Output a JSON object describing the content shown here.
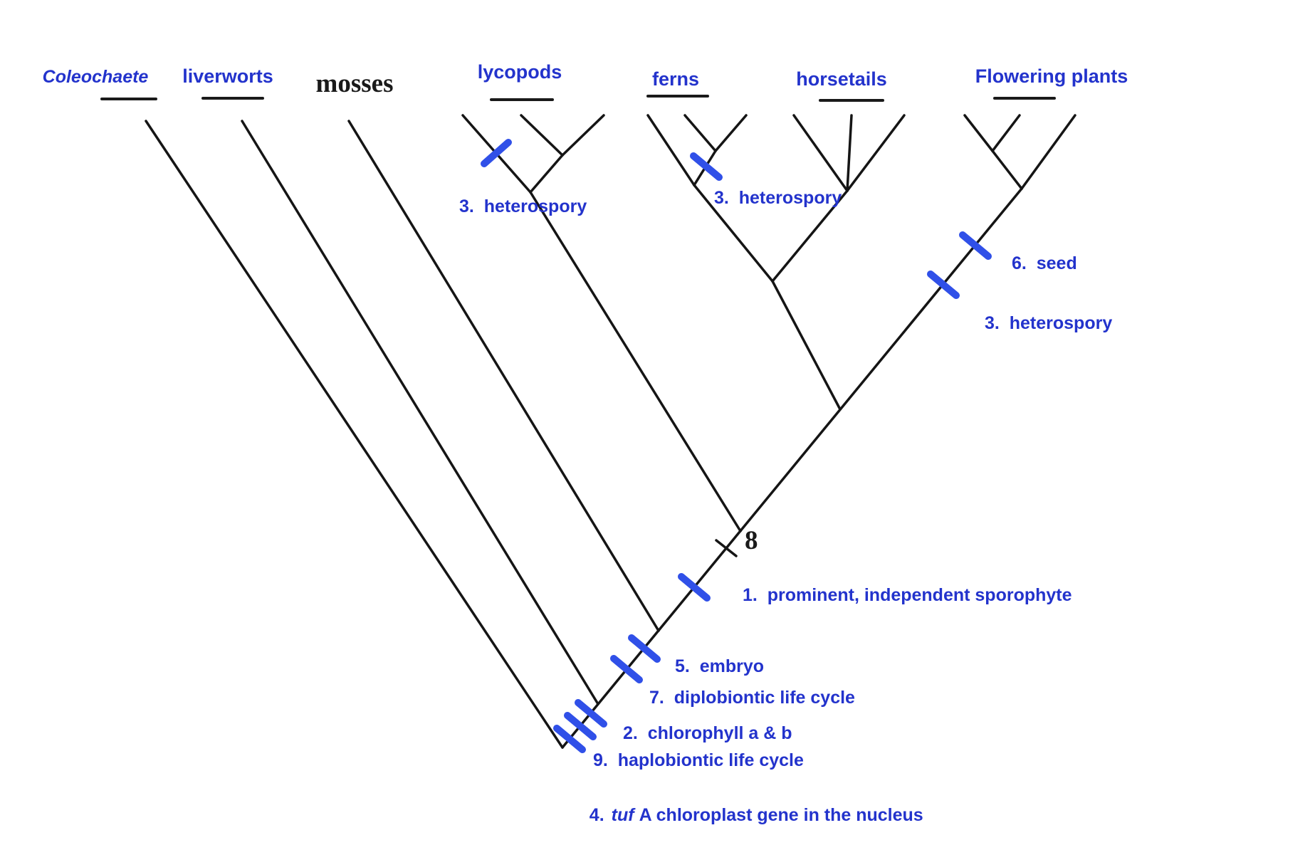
{
  "taxa": [
    "Coleochaete",
    "liverworts",
    "mosses",
    "lycopods",
    "ferns",
    "horsetails",
    "Flowering plants"
  ],
  "annotations": {
    "heterospory_lycopods": "3.  heterospory",
    "heterospory_ferns": "3.  heterospory",
    "seed": "6.  seed",
    "heterospory_seed_line": "3.  heterospory",
    "node_8": "8",
    "sporophyte": "1.  prominent, independent sporophyte",
    "embryo": "5.  embryo",
    "diplobiontic": "7.  diplobiontic life cycle",
    "chlorophyll": "2.  chlorophyll a & b",
    "haplobiontic": "9.  haplobiontic life cycle",
    "tuf_gene": {
      "number": "4.",
      "italic_word": "tuf",
      "text": "A chloroplast gene in the nucleus"
    }
  },
  "colors": {
    "annotation_blue": "#2333cc",
    "tick_blue": "#3050e8",
    "branch_black": "#151515"
  }
}
